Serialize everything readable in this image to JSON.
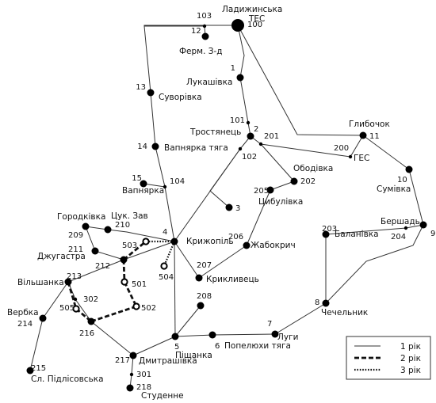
{
  "nodes": [
    {
      "id": "n100",
      "num": "100",
      "name": "Ладижинська ТЕС",
      "name_lines": [
        "Ладижинська",
        "ТЕС"
      ],
      "kind": "plant"
    },
    {
      "id": "n103",
      "num": "103",
      "name": "",
      "kind": "small"
    },
    {
      "id": "n12",
      "num": "12",
      "name": "Ферм. З-д",
      "kind": "sub"
    },
    {
      "id": "n1",
      "num": "1",
      "name": "Лукашівка",
      "kind": "sub"
    },
    {
      "id": "n13",
      "num": "13",
      "name": "Суворівка",
      "kind": "sub"
    },
    {
      "id": "n101",
      "num": "101",
      "name": "",
      "kind": "small"
    },
    {
      "id": "n2",
      "num": "2",
      "name": "Тростянець",
      "kind": "sub"
    },
    {
      "id": "n201",
      "num": "201",
      "name": "",
      "kind": "small"
    },
    {
      "id": "n102",
      "num": "102",
      "name": "",
      "kind": "small"
    },
    {
      "id": "n11",
      "num": "11",
      "name": "Глибочок",
      "kind": "sub"
    },
    {
      "id": "n200",
      "num": "200",
      "name": "ГЕС",
      "kind": "small"
    },
    {
      "id": "n10",
      "num": "10",
      "name": "Сумівка",
      "kind": "sub"
    },
    {
      "id": "n14",
      "num": "14",
      "name": "Вапнярка тяга",
      "kind": "sub"
    },
    {
      "id": "n15",
      "num": "15",
      "name": "Вапнярка",
      "kind": "sub"
    },
    {
      "id": "n104",
      "num": "104",
      "name": "",
      "kind": "small"
    },
    {
      "id": "n202",
      "num": "202",
      "name": "Ободівка",
      "kind": "sub"
    },
    {
      "id": "n205",
      "num": "205",
      "name": "Цибулівка",
      "kind": "sub"
    },
    {
      "id": "n3",
      "num": "3",
      "name": "",
      "kind": "sub"
    },
    {
      "id": "n209",
      "num": "209",
      "name": "Городківка",
      "kind": "sub"
    },
    {
      "id": "n210",
      "num": "210",
      "name": "Цук. Зав",
      "kind": "sub"
    },
    {
      "id": "n4",
      "num": "4",
      "name": "Крижопіль",
      "kind": "sub"
    },
    {
      "id": "n211",
      "num": "211",
      "name": "Джугастра",
      "kind": "sub"
    },
    {
      "id": "n212",
      "num": "212",
      "name": "",
      "kind": "sub"
    },
    {
      "id": "n503",
      "num": "503",
      "name": "",
      "kind": "new"
    },
    {
      "id": "n504",
      "num": "504",
      "name": "",
      "kind": "new"
    },
    {
      "id": "n501",
      "num": "501",
      "name": "",
      "kind": "new"
    },
    {
      "id": "n502",
      "num": "502",
      "name": "",
      "kind": "new"
    },
    {
      "id": "n206",
      "num": "206",
      "name": "Жабокрич",
      "kind": "sub"
    },
    {
      "id": "n207",
      "num": "207",
      "name": "Крикливець",
      "kind": "sub"
    },
    {
      "id": "n203",
      "num": "203",
      "name": "Баланівка",
      "kind": "sub"
    },
    {
      "id": "n204",
      "num": "204",
      "name": "",
      "kind": "small"
    },
    {
      "id": "n9",
      "num": "9",
      "name": "Бершадь",
      "kind": "sub"
    },
    {
      "id": "n213",
      "num": "213",
      "name": "Вільшанка",
      "kind": "sub"
    },
    {
      "id": "n302",
      "num": "302",
      "name": "",
      "kind": "small"
    },
    {
      "id": "n505",
      "num": "505",
      "name": "",
      "kind": "new"
    },
    {
      "id": "n216",
      "num": "216",
      "name": "",
      "kind": "sub"
    },
    {
      "id": "n214",
      "num": "214",
      "name": "Вербка",
      "kind": "sub"
    },
    {
      "id": "n208",
      "num": "208",
      "name": "",
      "kind": "sub"
    },
    {
      "id": "n8",
      "num": "8",
      "name": "Чечельник",
      "kind": "sub"
    },
    {
      "id": "n5",
      "num": "5",
      "name": "Піщанка",
      "kind": "sub"
    },
    {
      "id": "n6",
      "num": "6",
      "name": "Попелюхи тяга",
      "kind": "sub"
    },
    {
      "id": "n7",
      "num": "7",
      "name": "Луги",
      "kind": "sub"
    },
    {
      "id": "n217",
      "num": "217",
      "name": "Дмитрашівка",
      "kind": "sub"
    },
    {
      "id": "n301",
      "num": "301",
      "name": "",
      "kind": "small"
    },
    {
      "id": "n218",
      "num": "218",
      "name": "Студенне",
      "kind": "sub"
    },
    {
      "id": "n215",
      "num": "215",
      "name": "Сл. Підлісовська",
      "kind": "sub"
    }
  ],
  "edges": [
    {
      "from": "n100",
      "to": "n103",
      "style": "y1"
    },
    {
      "from": "n103",
      "to": "n13",
      "style": "y1"
    },
    {
      "from": "n13",
      "to": "n14",
      "style": "y1"
    },
    {
      "from": "n14",
      "to": "n104",
      "style": "y1"
    },
    {
      "from": "n104",
      "to": "n4",
      "style": "y1"
    },
    {
      "from": "n103",
      "to": "n12",
      "style": "y1"
    },
    {
      "from": "n100",
      "to": "n1",
      "style": "y1"
    },
    {
      "from": "n1",
      "to": "n101",
      "style": "y1"
    },
    {
      "from": "n101",
      "to": "n2",
      "style": "y1"
    },
    {
      "from": "n2",
      "to": "n201",
      "style": "y1"
    },
    {
      "from": "n201",
      "to": "n200",
      "style": "y1"
    },
    {
      "from": "n2",
      "to": "n102",
      "style": "y1"
    },
    {
      "from": "n102",
      "to": "n4",
      "style": "y1"
    },
    {
      "from": "n102",
      "to": "n3",
      "style": "y1"
    },
    {
      "from": "n201",
      "to": "n202",
      "style": "y1"
    },
    {
      "from": "n100",
      "to": "n11",
      "style": "y1"
    },
    {
      "from": "n11",
      "to": "n200",
      "style": "y1"
    },
    {
      "from": "n11",
      "to": "n10",
      "style": "y1"
    },
    {
      "from": "n10",
      "to": "n9",
      "style": "y1"
    },
    {
      "from": "n9",
      "to": "n204",
      "style": "y1"
    },
    {
      "from": "n204",
      "to": "n203",
      "style": "y1"
    },
    {
      "from": "n203",
      "to": "n8",
      "style": "y1"
    },
    {
      "from": "n9",
      "to": "n8",
      "style": "y1"
    },
    {
      "from": "n8",
      "to": "n7",
      "style": "y1"
    },
    {
      "from": "n7",
      "to": "n6",
      "style": "y1"
    },
    {
      "from": "n6",
      "to": "n5",
      "style": "y1"
    },
    {
      "from": "n5",
      "to": "n4",
      "style": "y1"
    },
    {
      "from": "n5",
      "to": "n208",
      "style": "y1"
    },
    {
      "from": "n5",
      "to": "n217",
      "style": "y1"
    },
    {
      "from": "n15",
      "to": "n104",
      "style": "y1"
    },
    {
      "from": "n202",
      "to": "n205",
      "style": "y1"
    },
    {
      "from": "n205",
      "to": "n206",
      "style": "y1"
    },
    {
      "from": "n206",
      "to": "n207",
      "style": "y1"
    },
    {
      "from": "n4",
      "to": "n207",
      "style": "y1"
    },
    {
      "from": "n4",
      "to": "n210",
      "style": "y1"
    },
    {
      "from": "n210",
      "to": "n209",
      "style": "y1"
    },
    {
      "from": "n4",
      "to": "n212",
      "style": "y1"
    },
    {
      "from": "n212",
      "to": "n211",
      "style": "y1"
    },
    {
      "from": "n211",
      "to": "n209",
      "style": "y1"
    },
    {
      "from": "n212",
      "to": "n213",
      "style": "y1"
    },
    {
      "from": "n213",
      "to": "n302",
      "style": "y1"
    },
    {
      "from": "n302",
      "to": "n216",
      "style": "y1"
    },
    {
      "from": "n213",
      "to": "n214",
      "style": "y1"
    },
    {
      "from": "n214",
      "to": "n215",
      "style": "y1"
    },
    {
      "from": "n216",
      "to": "n217",
      "style": "y1"
    },
    {
      "from": "n217",
      "to": "n301",
      "style": "y1"
    },
    {
      "from": "n301",
      "to": "n218",
      "style": "y1"
    },
    {
      "from": "n212",
      "to": "n503",
      "style": "y2"
    },
    {
      "from": "n212",
      "to": "n501",
      "style": "y2"
    },
    {
      "from": "n501",
      "to": "n502",
      "style": "y2"
    },
    {
      "from": "n502",
      "to": "n216",
      "style": "y2"
    },
    {
      "from": "n213",
      "to": "n505",
      "style": "y2"
    },
    {
      "from": "n505",
      "to": "n216",
      "style": "y2"
    },
    {
      "from": "n4",
      "to": "n503",
      "style": "y3"
    },
    {
      "from": "n4",
      "to": "n504",
      "style": "y3"
    }
  ],
  "legend": {
    "items": [
      {
        "style": "y1",
        "label": "1 рік"
      },
      {
        "style": "y2",
        "label": "2 рік"
      },
      {
        "style": "y3",
        "label": "3 рік"
      }
    ]
  }
}
